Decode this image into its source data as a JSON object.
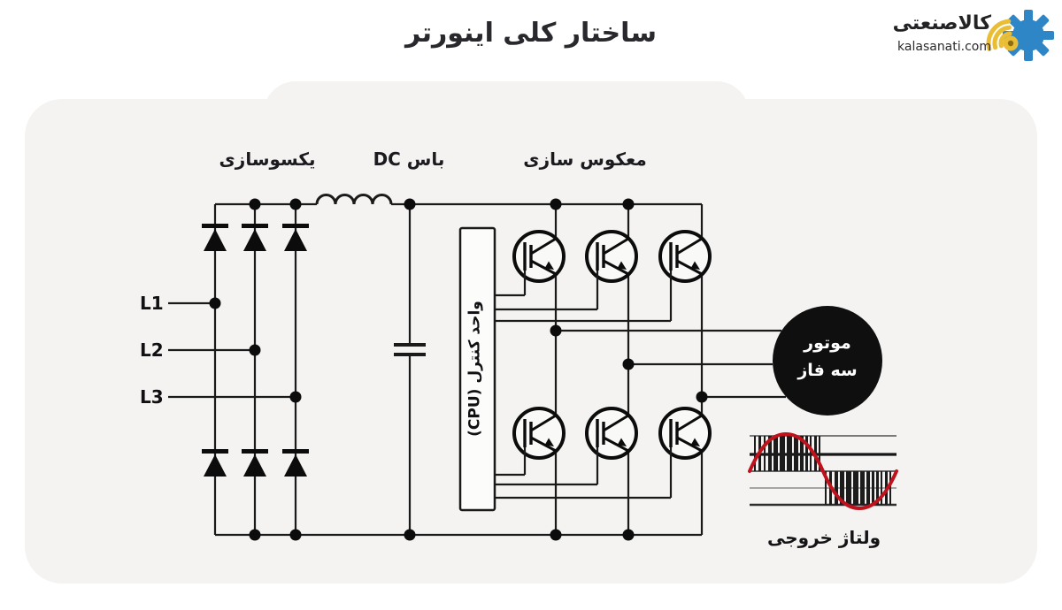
{
  "page": {
    "title": "ساختار کلی اینورتر"
  },
  "logo": {
    "name": "کالاصنعتی",
    "site": "kalasanati.com"
  },
  "sections": {
    "rectifier": "یکسوسازی",
    "dc_bus": "باس DC",
    "inverter": "معکوس سازی"
  },
  "inputs": {
    "l1": "L1",
    "l2": "L2",
    "l3": "L3"
  },
  "cpu": {
    "label": "واحد کنترل (CPU)"
  },
  "motor": {
    "line1": "موتور",
    "line2": "سه فاز"
  },
  "waveform": {
    "caption": "ولتاژ خروجی"
  },
  "colors": {
    "panel": "#f4f3f1",
    "wire": "#1a1a1a",
    "component": "#0c0c0c",
    "motor_fill": "#0f0f0f",
    "sine_red": "#c0121c",
    "gear_blue": "#2e86c6",
    "arc_yellow": "#e9bd35"
  }
}
